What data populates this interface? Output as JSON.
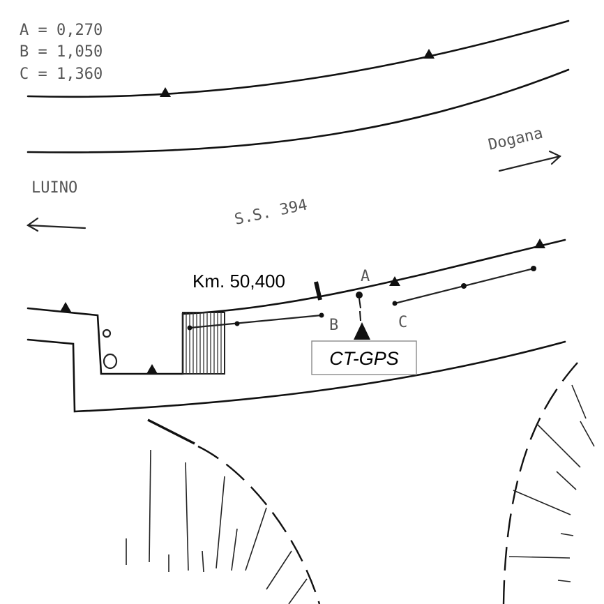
{
  "legend": {
    "a": "A = 0,270",
    "b": "B = 1,050",
    "c": "C = 1,360"
  },
  "directions": {
    "left": "LUINO",
    "right": "Dogana"
  },
  "road_name": "S.S. 394",
  "km_marker": "Km. 50,400",
  "points": {
    "a": "A",
    "b": "B",
    "c": "C"
  },
  "station_label": "CT-GPS",
  "icons": [
    "survey-marker-icon",
    "arrow-left-icon",
    "arrow-right-icon",
    "station-triangle-icon"
  ]
}
